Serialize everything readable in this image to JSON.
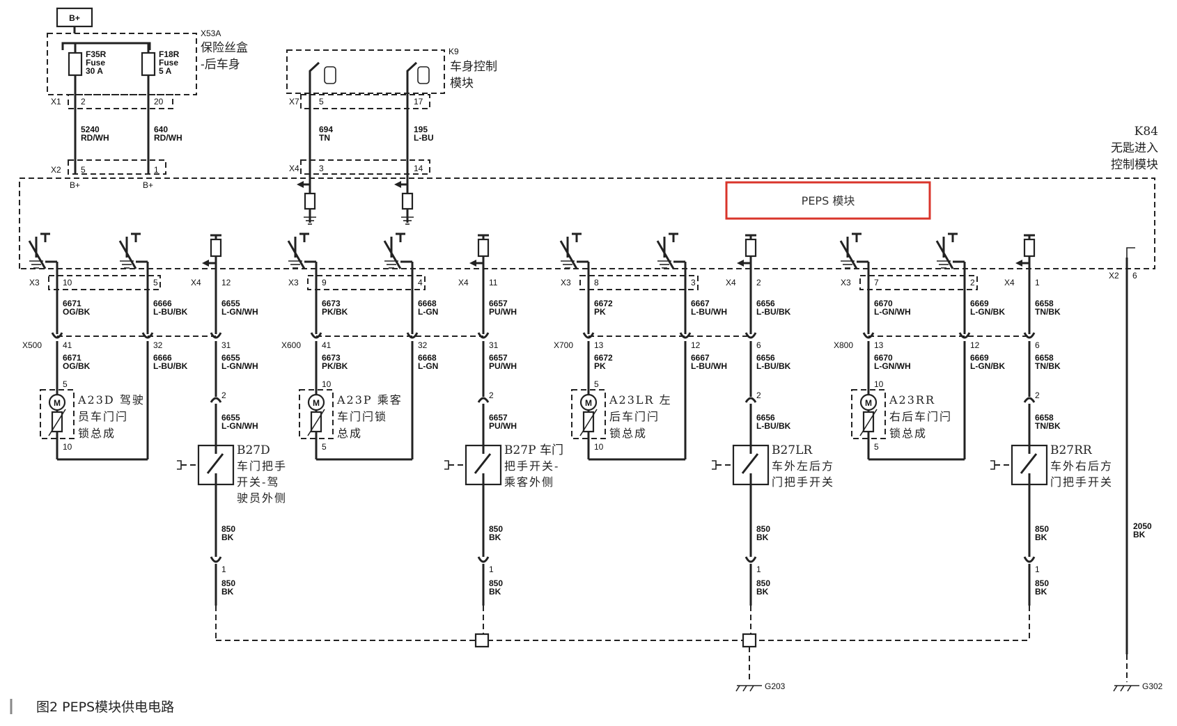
{
  "figure_caption": "图2   PEPS模块供电电路",
  "battery": "B+",
  "fuse_box": {
    "id": "X53A",
    "name_line1": "保险丝盒",
    "name_line2": "-后车身",
    "fuse_a": [
      "F35R",
      "Fuse",
      "30 A"
    ],
    "fuse_b": [
      "F18R",
      "Fuse",
      "5 A"
    ],
    "connector": "X1",
    "pin_a": "2",
    "pin_b": "20"
  },
  "wires_top": {
    "a": [
      "5240",
      "RD/WH"
    ],
    "b": [
      "640",
      "RD/WH"
    ],
    "c": [
      "694",
      "TN"
    ],
    "d": [
      "195",
      "L-BU"
    ]
  },
  "bcm": {
    "id": "K9",
    "name_line1": "车身控制",
    "name_line2": "模块",
    "connector": "X7",
    "pin_a": "5",
    "pin_b": "17"
  },
  "peps_module": {
    "id": "K84",
    "name_line1": "无匙进入",
    "name_line2": "控制模块",
    "highlight": "PEPS 模块",
    "x2": "X2",
    "x2_pin_a": "5",
    "x2_pin_b": "1",
    "bplus": "B+",
    "x4": "X4",
    "x4_pin_a": "3",
    "x4_pin_b": "14",
    "ground_conn": "X2",
    "ground_pin": "6"
  },
  "groups": [
    {
      "c1": "X3",
      "p1": "10",
      "p2": "5",
      "c2": "X4",
      "p3": "12",
      "w1": [
        "6671",
        "OG/BK"
      ],
      "w2": [
        "6666",
        "L-BU/BK"
      ],
      "w3": [
        "6655",
        "L-GN/WH"
      ],
      "inline": "X500",
      "i1": "41",
      "i2": "32",
      "i3": "31",
      "lock_pin_top": "5",
      "lock_pin_bot": "10",
      "lock_label": [
        "A23D 驾驶",
        "员车门闩",
        "锁总成"
      ],
      "sw_pin": "2",
      "sw_wire": [
        "6655",
        "L-GN/WH"
      ],
      "sw_label": [
        "B27D",
        "车门把手",
        "开关-驾",
        "驶员外侧"
      ],
      "gnd_wire": [
        "850",
        "BK"
      ],
      "gnd_pin": "1",
      "gnd_wire2": [
        "850",
        "BK"
      ]
    },
    {
      "c1": "X3",
      "p1": "9",
      "p2": "4",
      "c2": "X4",
      "p3": "11",
      "w1": [
        "6673",
        "PK/BK"
      ],
      "w2": [
        "6668",
        "L-GN"
      ],
      "w3": [
        "6657",
        "PU/WH"
      ],
      "inline": "X600",
      "i1": "41",
      "i2": "32",
      "i3": "31",
      "lock_pin_top": "10",
      "lock_pin_bot": "5",
      "lock_label": [
        "A23P 乘客",
        "车门闩锁",
        "总成"
      ],
      "sw_pin": "2",
      "sw_wire": [
        "6657",
        "PU/WH"
      ],
      "sw_label": [
        "B27P 车门",
        "把手开关-",
        "乘客外侧"
      ],
      "gnd_wire": [
        "850",
        "BK"
      ],
      "gnd_pin": "1",
      "gnd_wire2": [
        "850",
        "BK"
      ]
    },
    {
      "c1": "X3",
      "p1": "8",
      "p2": "3",
      "c2": "X4",
      "p3": "2",
      "w1": [
        "6672",
        "PK"
      ],
      "w2": [
        "6667",
        "L-BU/WH"
      ],
      "w3": [
        "6656",
        "L-BU/BK"
      ],
      "inline": "X700",
      "i1": "13",
      "i2": "12",
      "i3": "6",
      "lock_pin_top": "5",
      "lock_pin_bot": "10",
      "lock_label": [
        "A23LR 左",
        "后车门闩",
        "锁总成"
      ],
      "sw_pin": "2",
      "sw_wire": [
        "6656",
        "L-BU/BK"
      ],
      "sw_label": [
        "B27LR",
        "车外左后方",
        "门把手开关"
      ],
      "gnd_wire": [
        "850",
        "BK"
      ],
      "gnd_pin": "1",
      "gnd_wire2": [
        "850",
        "BK"
      ]
    },
    {
      "c1": "X3",
      "p1": "7",
      "p2": "2",
      "c2": "X4",
      "p3": "1",
      "w1": [
        "6670",
        "L-GN/WH"
      ],
      "w2": [
        "6669",
        "L-GN/BK"
      ],
      "w3": [
        "6658",
        "TN/BK"
      ],
      "inline": "X800",
      "i1": "13",
      "i2": "12",
      "i3": "6",
      "lock_pin_top": "10",
      "lock_pin_bot": "5",
      "lock_label": [
        "A23RR",
        "右后车门闩",
        "锁总成"
      ],
      "sw_pin": "2",
      "sw_wire": [
        "6658",
        "TN/BK"
      ],
      "sw_label": [
        "B27RR",
        "车外右后方",
        "门把手开关"
      ],
      "gnd_wire": [
        "850",
        "BK"
      ],
      "gnd_pin": "1",
      "gnd_wire2": [
        "850",
        "BK"
      ]
    }
  ],
  "ground_g203": "G203",
  "ground_g302": "G302",
  "ground_wire": [
    "2050",
    "BK"
  ],
  "motor": "M"
}
